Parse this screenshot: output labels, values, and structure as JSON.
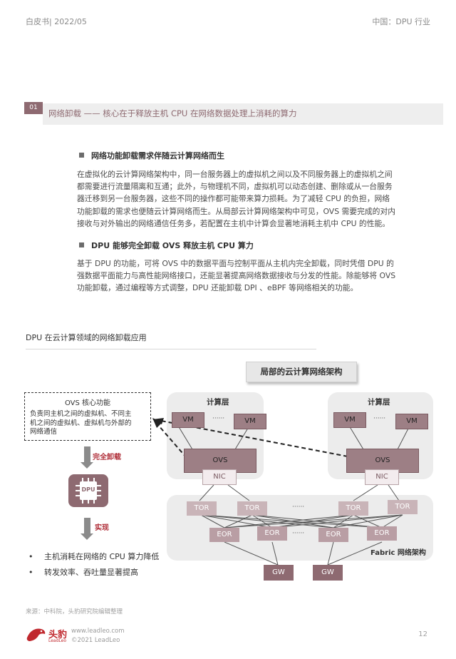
{
  "header": {
    "left": "白皮书| 2022/05",
    "right": "中国：DPU 行业"
  },
  "section": {
    "number": "01",
    "title": "网络卸载 —— 核心在于释放主机 CPU 在网络数据处理上消耗的算力"
  },
  "subsections": [
    {
      "heading": "网络功能卸载需求伴随云计算网络而生",
      "lines": [
        "在虚拟化的云计算网络架构中，同一台服务器上的虚拟机之间以及不同服务器上的虚拟机之间",
        "都需要进行流量隔离和互通；此外，与物理机不同，虚拟机可以动态创建、删除或从一台服务",
        "器迁移到另一台服务器，这些不同的操作都可能带来算力损耗。为了减轻 CPU 的负担，网络",
        "功能卸载的需求也便随云计算网络而生。从局部云计算网络架构中可见，OVS 需要完成的对内",
        "接收与对外输出的网络通信任务多，若配置在主机中计算会显著地消耗主机中 CPU 的性能。"
      ]
    },
    {
      "heading": "DPU 能够完全卸载 OVS 释放主机 CPU 算力",
      "lines": [
        "基于 DPU 的功能，可将 OVS 中的数据平面与控制平面从主机内完全卸载，同时凭借 DPU 的",
        "强数据平面能力与高性能网络接口，还能显著提高网络数据接收与分发的性能。除能够将 OVS",
        "功能卸载，通过编程等方式调整，DPU 还能卸载 DPI 、eBPF 等网络相关的功能。"
      ]
    }
  ],
  "diagram": {
    "title": "DPU 在云计算领域的网络卸载应用",
    "arch_title": "局部的云计算网络架构",
    "compute_label": "计算层",
    "vm_label": "VM",
    "dots": "······",
    "ovs_label": "OVS",
    "nic_label": "NIC",
    "tor_label": "TOR",
    "eor_label": "EOR",
    "gw_label": "GW",
    "fabric_label": "Fabric 网络架构",
    "ovs_core_title": "OVS 核心功能",
    "ovs_core_lines": [
      "负责同主机之间的虚拟机、不同主",
      "机之间的虚拟机、虚拟机与外部的",
      "网络通信"
    ],
    "offload_label": "完全卸载",
    "dpu_label": "DPU",
    "realize_label": "实现",
    "results": [
      "主机消耗在网络的 CPU 算力降低",
      "转发效率、吞吐量显著提高"
    ],
    "bullet_glyph": "•"
  },
  "footer": {
    "source": "来源：中科院，头豹研究院编辑整理",
    "logo_cn": "头豹",
    "logo_en": "LeadLeo",
    "website": "www.leadleo.com",
    "copyright": "©2021 LeadLeo",
    "page": "12"
  }
}
